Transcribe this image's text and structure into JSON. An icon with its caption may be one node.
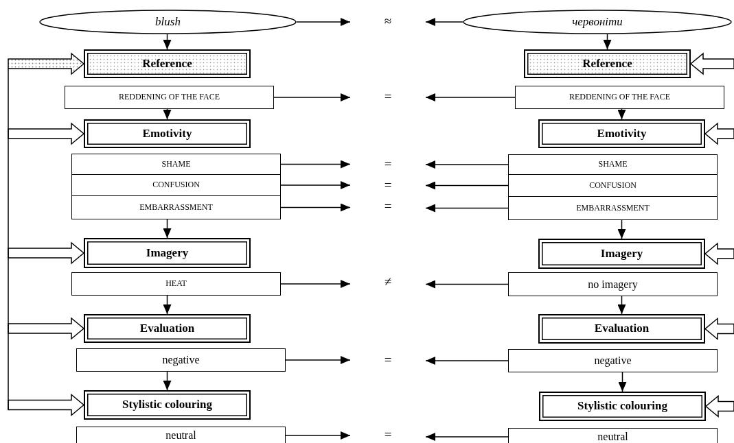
{
  "diagram": {
    "nodes": [
      {
        "text": [
          "blush"
        ]
      },
      {
        "text": [
          "Reference"
        ]
      },
      {
        "text": [
          "REDDENING OF THE FACE"
        ]
      },
      {
        "text": [
          "Emotivity"
        ]
      },
      {
        "text": [
          "SHAME"
        ]
      },
      {
        "text": [
          "CONFUSION"
        ]
      },
      {
        "text": [
          "EMBARRASSMENT"
        ]
      },
      {
        "text": [
          "Imagery"
        ]
      },
      {
        "text": [
          "HEAT"
        ]
      },
      {
        "text": [
          "Evaluation"
        ]
      },
      {
        "text": [
          "negative"
        ]
      },
      {
        "text": [
          "Stylistic colouring"
        ]
      },
      {
        "text": [
          "neutral"
        ]
      },
      {
        "text": [
          "≈"
        ]
      },
      {
        "text": [
          "="
        ]
      },
      {
        "text": [
          "="
        ]
      },
      {
        "text": [
          "="
        ]
      },
      {
        "text": [
          "="
        ]
      },
      {
        "text": [
          "≠"
        ]
      },
      {
        "text": [
          "="
        ]
      },
      {
        "text": [
          "="
        ]
      },
      {
        "text": [
          "червоніти"
        ]
      },
      {
        "text": [
          "Reference"
        ]
      },
      {
        "text": [
          "REDDENING OF THE FACE"
        ]
      },
      {
        "text": [
          "Emotivity"
        ]
      },
      {
        "text": [
          "SHAME"
        ]
      },
      {
        "text": [
          "CONFUSION"
        ]
      },
      {
        "text": [
          "EMBARRASSMENT"
        ]
      },
      {
        "text": [
          "Imagery"
        ]
      },
      {
        "text": [
          "no imagery"
        ]
      },
      {
        "text": [
          "Evaluation"
        ]
      },
      {
        "text": [
          "negative"
        ]
      },
      {
        "text": [
          "Stylistic colouring"
        ]
      },
      {
        "text": [
          "neutral"
        ]
      }
    ],
    "edges": [
      {
        "from": 0,
        "to": 1,
        "arrow": "to"
      },
      {
        "from": 2,
        "to": 3,
        "arrow": "to"
      },
      {
        "from": 6,
        "to": 7,
        "arrow": "to"
      },
      {
        "from": 8,
        "to": 9,
        "arrow": "to"
      },
      {
        "from": 10,
        "to": 11,
        "arrow": "to"
      },
      {
        "from": 21,
        "to": 22,
        "arrow": "to"
      },
      {
        "from": 23,
        "to": 24,
        "arrow": "to"
      },
      {
        "from": 27,
        "to": 28,
        "arrow": "to"
      },
      {
        "from": 29,
        "to": 30,
        "arrow": "to"
      },
      {
        "from": 31,
        "to": 32,
        "arrow": "to"
      },
      {
        "from": 0,
        "to": 13,
        "arrow": "to"
      },
      {
        "from": 21,
        "to": 13,
        "arrow": "to"
      },
      {
        "from": 2,
        "to": 14,
        "arrow": "to"
      },
      {
        "from": 23,
        "to": 14,
        "arrow": "to"
      },
      {
        "from": 4,
        "to": 15,
        "arrow": "to"
      },
      {
        "from": 25,
        "to": 15,
        "arrow": "to"
      },
      {
        "from": 5,
        "to": 16,
        "arrow": "to"
      },
      {
        "from": 26,
        "to": 16,
        "arrow": "to"
      },
      {
        "from": 6,
        "to": 17,
        "arrow": "to"
      },
      {
        "from": 27,
        "to": 17,
        "arrow": "to"
      },
      {
        "from": 8,
        "to": 18,
        "arrow": "to"
      },
      {
        "from": 29,
        "to": 18,
        "arrow": "to"
      },
      {
        "from": 10,
        "to": 19,
        "arrow": "to"
      },
      {
        "from": 31,
        "to": 19,
        "arrow": "to"
      },
      {
        "from": 12,
        "to": 20,
        "arrow": "to"
      },
      {
        "from": 33,
        "to": 20,
        "arrow": "to"
      },
      {
        "from": null,
        "to": 1,
        "arrow": "to",
        "style": "thick"
      },
      {
        "from": null,
        "to": 3,
        "arrow": "to",
        "style": "thick"
      },
      {
        "from": null,
        "to": 7,
        "arrow": "to",
        "style": "thick"
      },
      {
        "from": null,
        "to": 9,
        "arrow": "to",
        "style": "thick"
      },
      {
        "from": null,
        "to": 11,
        "arrow": "to",
        "style": "thick"
      },
      {
        "from": null,
        "to": 22,
        "arrow": "to",
        "style": "thick"
      },
      {
        "from": null,
        "to": 24,
        "arrow": "to",
        "style": "thick"
      },
      {
        "from": null,
        "to": 28,
        "arrow": "to",
        "style": "thick"
      },
      {
        "from": null,
        "to": 30,
        "arrow": "to",
        "style": "thick"
      },
      {
        "from": null,
        "to": 32,
        "arrow": "to",
        "style": "thick"
      }
    ]
  }
}
